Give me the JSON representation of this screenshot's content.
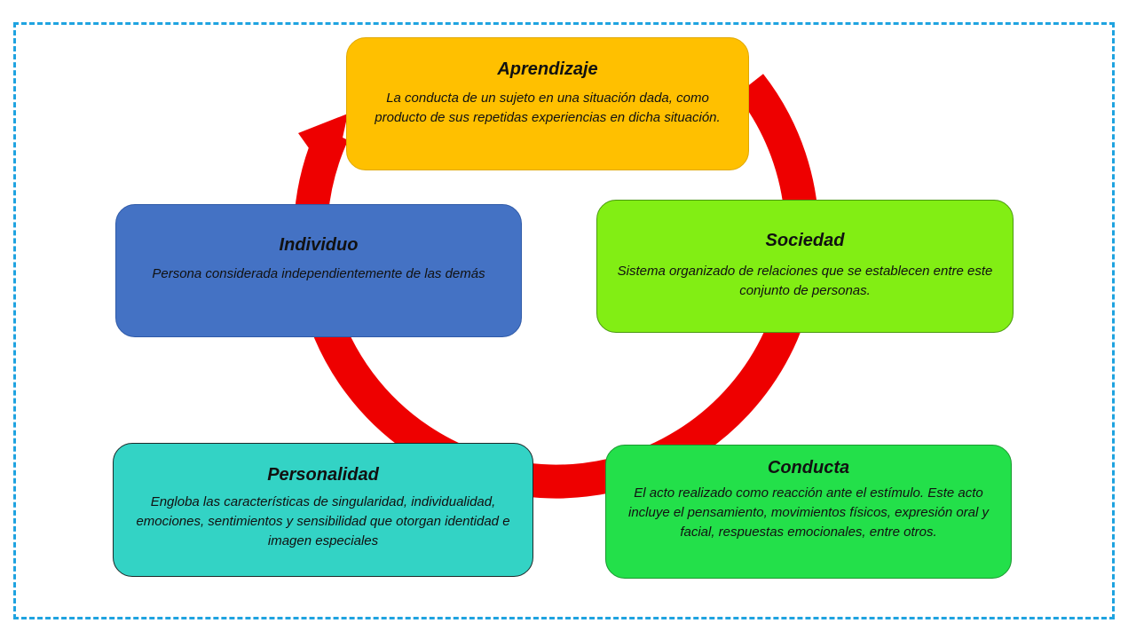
{
  "diagram": {
    "ring_color": "#ee0000",
    "nodes": [
      {
        "id": "aprendizaje",
        "title": "Aprendizaje",
        "description": "La conducta de un sujeto en una situación dada, como producto de sus repetidas experiencias en dicha situación.",
        "color": "#ffc000"
      },
      {
        "id": "sociedad",
        "title": "Sociedad",
        "description": "Sistema organizado de relaciones que se establecen entre este conjunto de personas.",
        "color": "#82ee14"
      },
      {
        "id": "conducta",
        "title": "Conducta",
        "description": "El acto realizado como reacción ante el estímulo. Este acto incluye el pensamiento, movimientos físicos, expresión oral y facial, respuestas emocionales, entre otros.",
        "color": "#23e04a"
      },
      {
        "id": "personalidad",
        "title": "Personalidad",
        "description": "Engloba las características de singularidad, individualidad, emociones, sentimientos y sensibilidad que otorgan identidad e imagen especiales",
        "color": "#33d3c5"
      },
      {
        "id": "individuo",
        "title": "Individuo",
        "description": "Persona considerada independientemente de las demás",
        "color": "#4472c4"
      }
    ]
  }
}
